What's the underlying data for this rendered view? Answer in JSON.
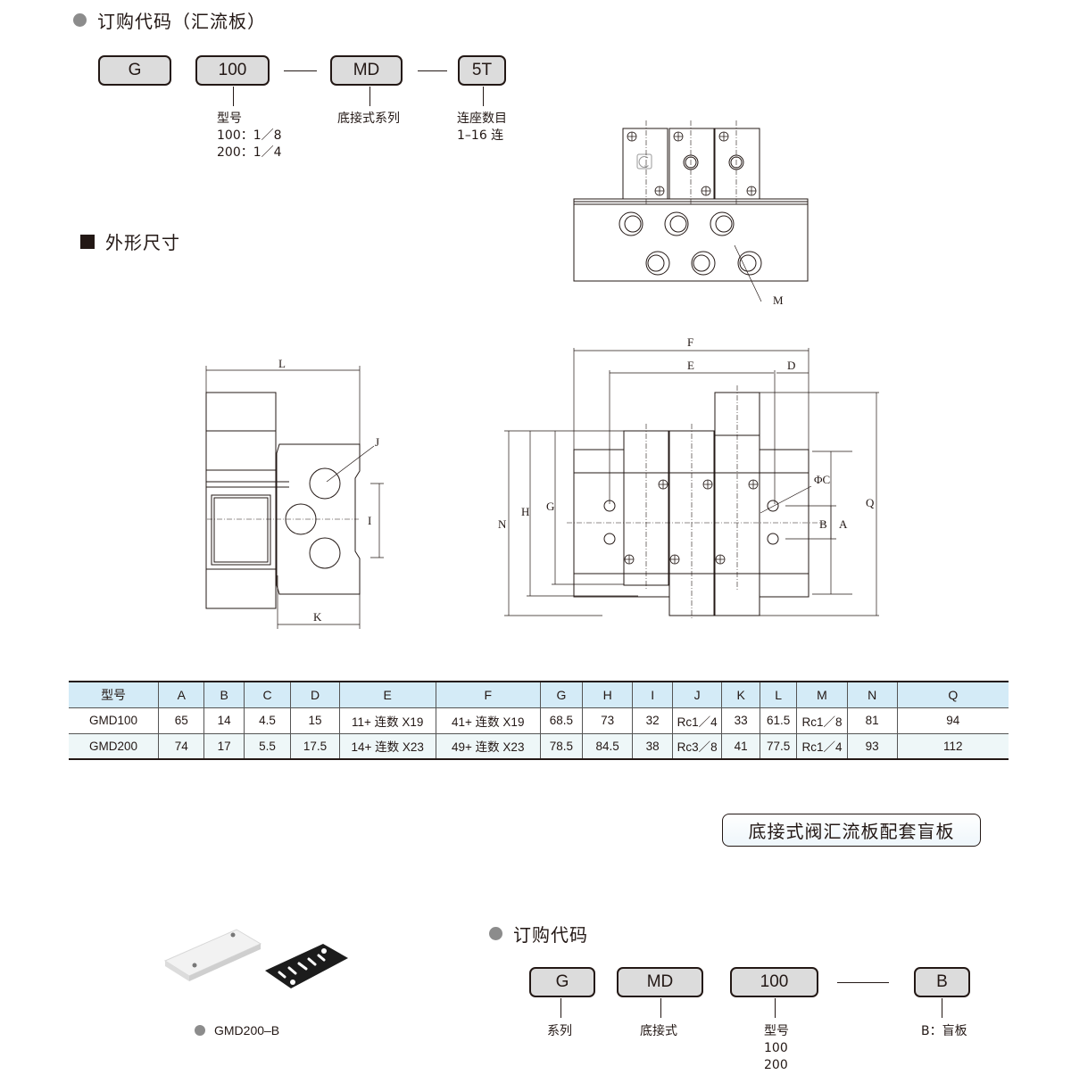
{
  "order_section_1": {
    "title": "订购代码（汇流板）",
    "boxes": [
      "G",
      "100",
      "MD",
      "5T"
    ],
    "labels": {
      "model_title": "型号",
      "model_lines": [
        "100：1／8",
        "200：1／4"
      ],
      "series": "底接式系列",
      "stations_title": "连座数目",
      "stations_range": "1–16 连"
    }
  },
  "dimension_section": {
    "title": "外形尺寸",
    "drawing_labels": {
      "L": "L",
      "J": "J",
      "I": "I",
      "K": "K",
      "M": "M",
      "F": "F",
      "E": "E",
      "D": "D",
      "PhiC": "ΦC",
      "B": "B",
      "A": "A",
      "Q": "Q",
      "N": "N",
      "H": "H",
      "G": "G"
    }
  },
  "spec_table": {
    "headers": [
      "型号",
      "A",
      "B",
      "C",
      "D",
      "E",
      "F",
      "G",
      "H",
      "I",
      "J",
      "K",
      "L",
      "M",
      "N",
      "Q"
    ],
    "rows": [
      [
        "GMD100",
        "65",
        "14",
        "4.5",
        "15",
        "11+ 连数 X19",
        "41+ 连数 X19",
        "68.5",
        "73",
        "32",
        "Rc1／4",
        "33",
        "61.5",
        "Rc1／8",
        "81",
        "94"
      ],
      [
        "GMD200",
        "74",
        "17",
        "5.5",
        "17.5",
        "14+ 连数 X23",
        "49+ 连数 X23",
        "78.5",
        "84.5",
        "38",
        "Rc3／8",
        "41",
        "77.5",
        "Rc1／4",
        "93",
        "112"
      ]
    ],
    "colors": {
      "header_bg": "#d4ebf7",
      "alt_row_bg": "#eef7f8"
    }
  },
  "blank_plate": {
    "banner": "底接式阀汇流板配套盲板",
    "product_caption": "GMD200–B",
    "order_title": "订购代码",
    "boxes": [
      "G",
      "MD",
      "100",
      "B"
    ],
    "labels": {
      "series": "系列",
      "type": "底接式",
      "model_title": "型号",
      "model_lines": [
        "100",
        "200"
      ],
      "blank": "B：盲板"
    }
  }
}
